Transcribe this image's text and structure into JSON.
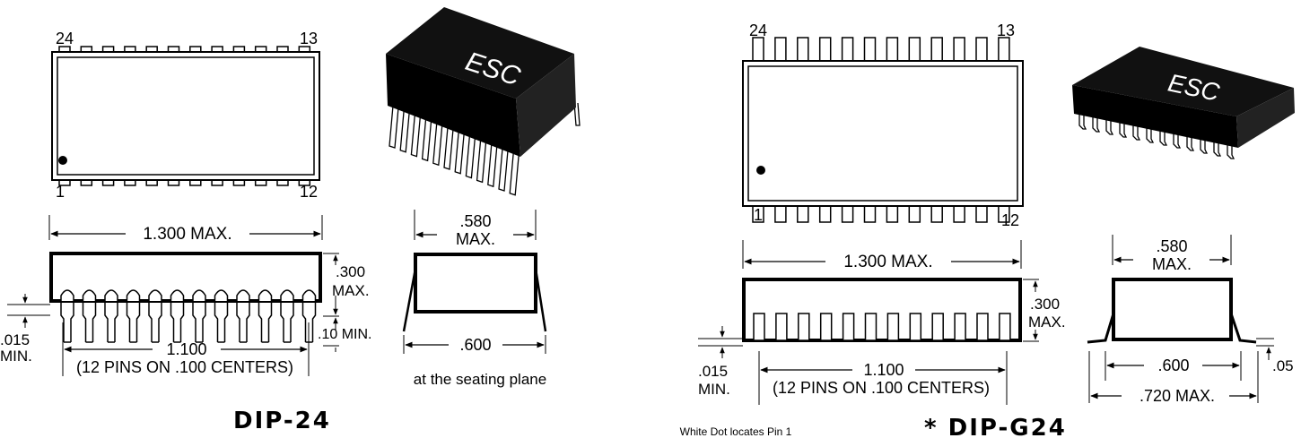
{
  "packages": [
    {
      "id": "dip24",
      "name": "DIP-24",
      "marking": "ESC",
      "pins": {
        "top_left": "24",
        "top_right": "13",
        "bottom_left": "1",
        "bottom_right": "12"
      },
      "dims": {
        "length": "1.300 MAX.",
        "height_value": ".300",
        "height_suffix": "MAX.",
        "standoff": ".10 MIN.",
        "lead_value": ".015",
        "lead_suffix": "MIN.",
        "pitch_span": "1.100",
        "pitch_note": "(12 PINS ON .100 CENTERS)",
        "width_value": ".580",
        "width_suffix": "MAX.",
        "row_spacing": ".600",
        "row_note": "at the seating plane"
      }
    },
    {
      "id": "dipg24",
      "name": "* DIP-G24",
      "marking": "ESC",
      "pins": {
        "top_left": "24",
        "top_right": "13",
        "bottom_left": "1",
        "bottom_right": "12"
      },
      "dims": {
        "length": "1.300 MAX.",
        "height_value": ".300",
        "height_suffix": "MAX.",
        "lead_value": ".015",
        "lead_suffix": "MIN.",
        "pitch_span": "1.100",
        "pitch_note": "(12 PINS ON .100 CENTERS)",
        "width_value": ".580",
        "width_suffix": "MAX.",
        "row_spacing": ".600",
        "gull_span": ".720 MAX.",
        "foot_thickness": ".05"
      }
    }
  ],
  "footnote": "White  Dot locates Pin 1"
}
